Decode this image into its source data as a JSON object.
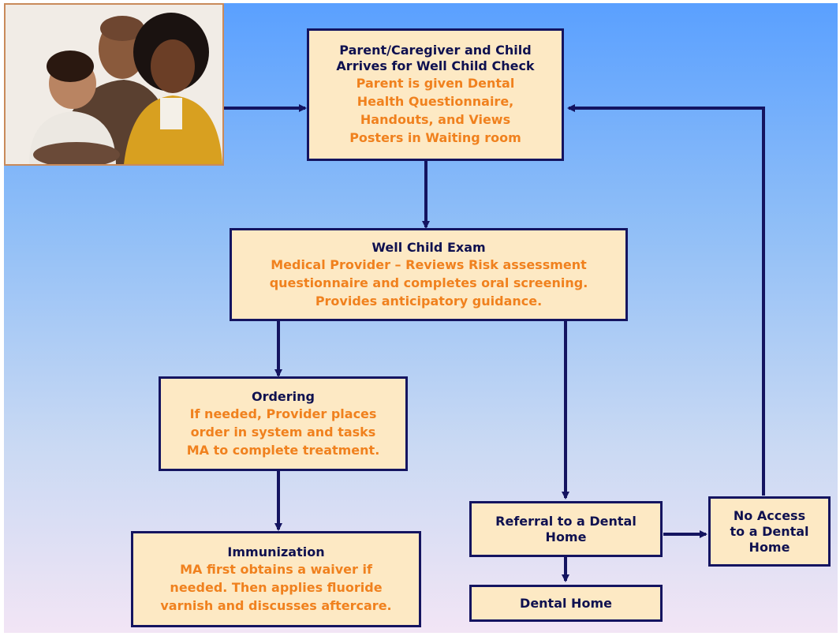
{
  "boxes": {
    "arrival": {
      "title": "Parent/Caregiver  and Child\nArrives for Well Child Check",
      "body": "Parent is given Dental\nHealth Questionnaire,\nHandouts, and Views\nPosters in Waiting room"
    },
    "exam": {
      "title": "Well Child Exam",
      "body": "Medical Provider – Reviews  Risk assessment\nquestionnaire and completes oral  screening.\nProvides anticipatory guidance."
    },
    "ordering": {
      "title": "Ordering",
      "body": "If needed,  Provider places\norder in system and tasks\nMA to complete treatment."
    },
    "immunization": {
      "title": "Immunization",
      "body": "MA first obtains a waiver  if\nneeded. Then applies fluoride\nvarnish and discusses aftercare."
    },
    "referral": {
      "title": "Referral to a Dental\nHome"
    },
    "no_access": {
      "title": "No Access\nto a Dental\nHome"
    },
    "dental_home": {
      "title": "Dental Home"
    }
  },
  "colors": {
    "box_fill": "#fde9c4",
    "box_border": "#141460",
    "title_text": "#0f1150",
    "body_text": "#f0811e",
    "arrow": "#141460"
  }
}
